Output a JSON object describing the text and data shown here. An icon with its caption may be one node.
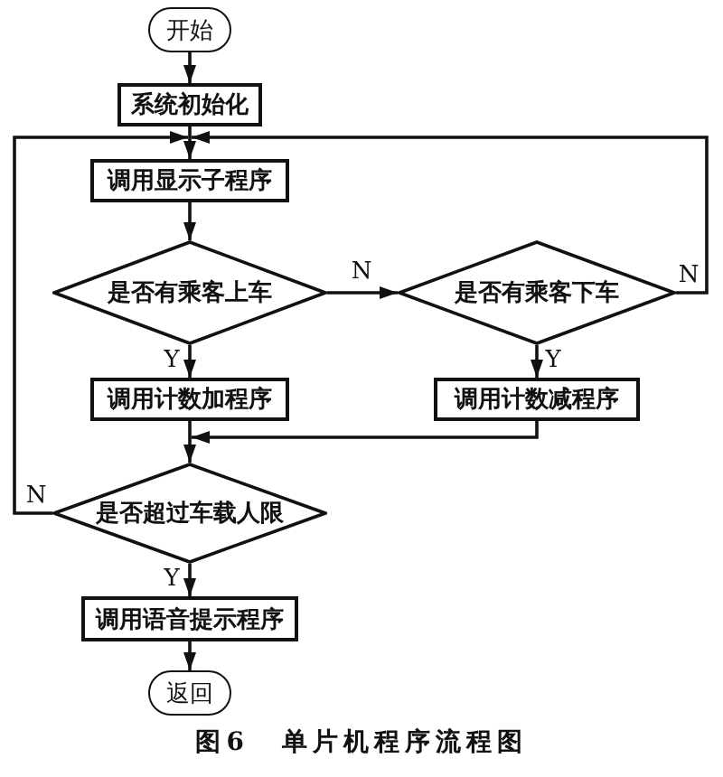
{
  "diagram": {
    "caption": "图6 单片机程序流程图",
    "nodes": [
      {
        "text": [
          "开始"
        ]
      },
      {
        "text": [
          "系统初始化"
        ]
      },
      {
        "text": [
          "调用显示子程序"
        ]
      },
      {
        "text": [
          "是否有乘客上车"
        ]
      },
      {
        "text": [
          "是否有乘客下车"
        ]
      },
      {
        "text": [
          "调用计数加程序"
        ]
      },
      {
        "text": [
          "调用计数减程序"
        ]
      },
      {
        "text": [
          "是否超过车载人限"
        ]
      },
      {
        "text": [
          "调用语音提示程序"
        ]
      },
      {
        "text": [
          "返回"
        ]
      }
    ],
    "edges": [
      {
        "from": 0,
        "to": 1,
        "arrow": "to"
      },
      {
        "from": 1,
        "to": 2,
        "arrow": "to"
      },
      {
        "from": 2,
        "to": 3,
        "arrow": "to"
      },
      {
        "from": 3,
        "to": 4,
        "arrow": "to",
        "label": "N"
      },
      {
        "from": 3,
        "to": 5,
        "arrow": "to",
        "label": "Y"
      },
      {
        "from": 4,
        "to": 6,
        "arrow": "to",
        "label": "Y"
      },
      {
        "from": 4,
        "to": 2,
        "arrow": "to",
        "label": "N"
      },
      {
        "from": 5,
        "to": 7,
        "arrow": "to"
      },
      {
        "from": 6,
        "to": 7,
        "arrow": "to"
      },
      {
        "from": 7,
        "to": 2,
        "arrow": "to",
        "label": "N"
      },
      {
        "from": 7,
        "to": 8,
        "arrow": "to",
        "label": "Y"
      },
      {
        "from": 8,
        "to": 9,
        "arrow": "to"
      }
    ]
  }
}
